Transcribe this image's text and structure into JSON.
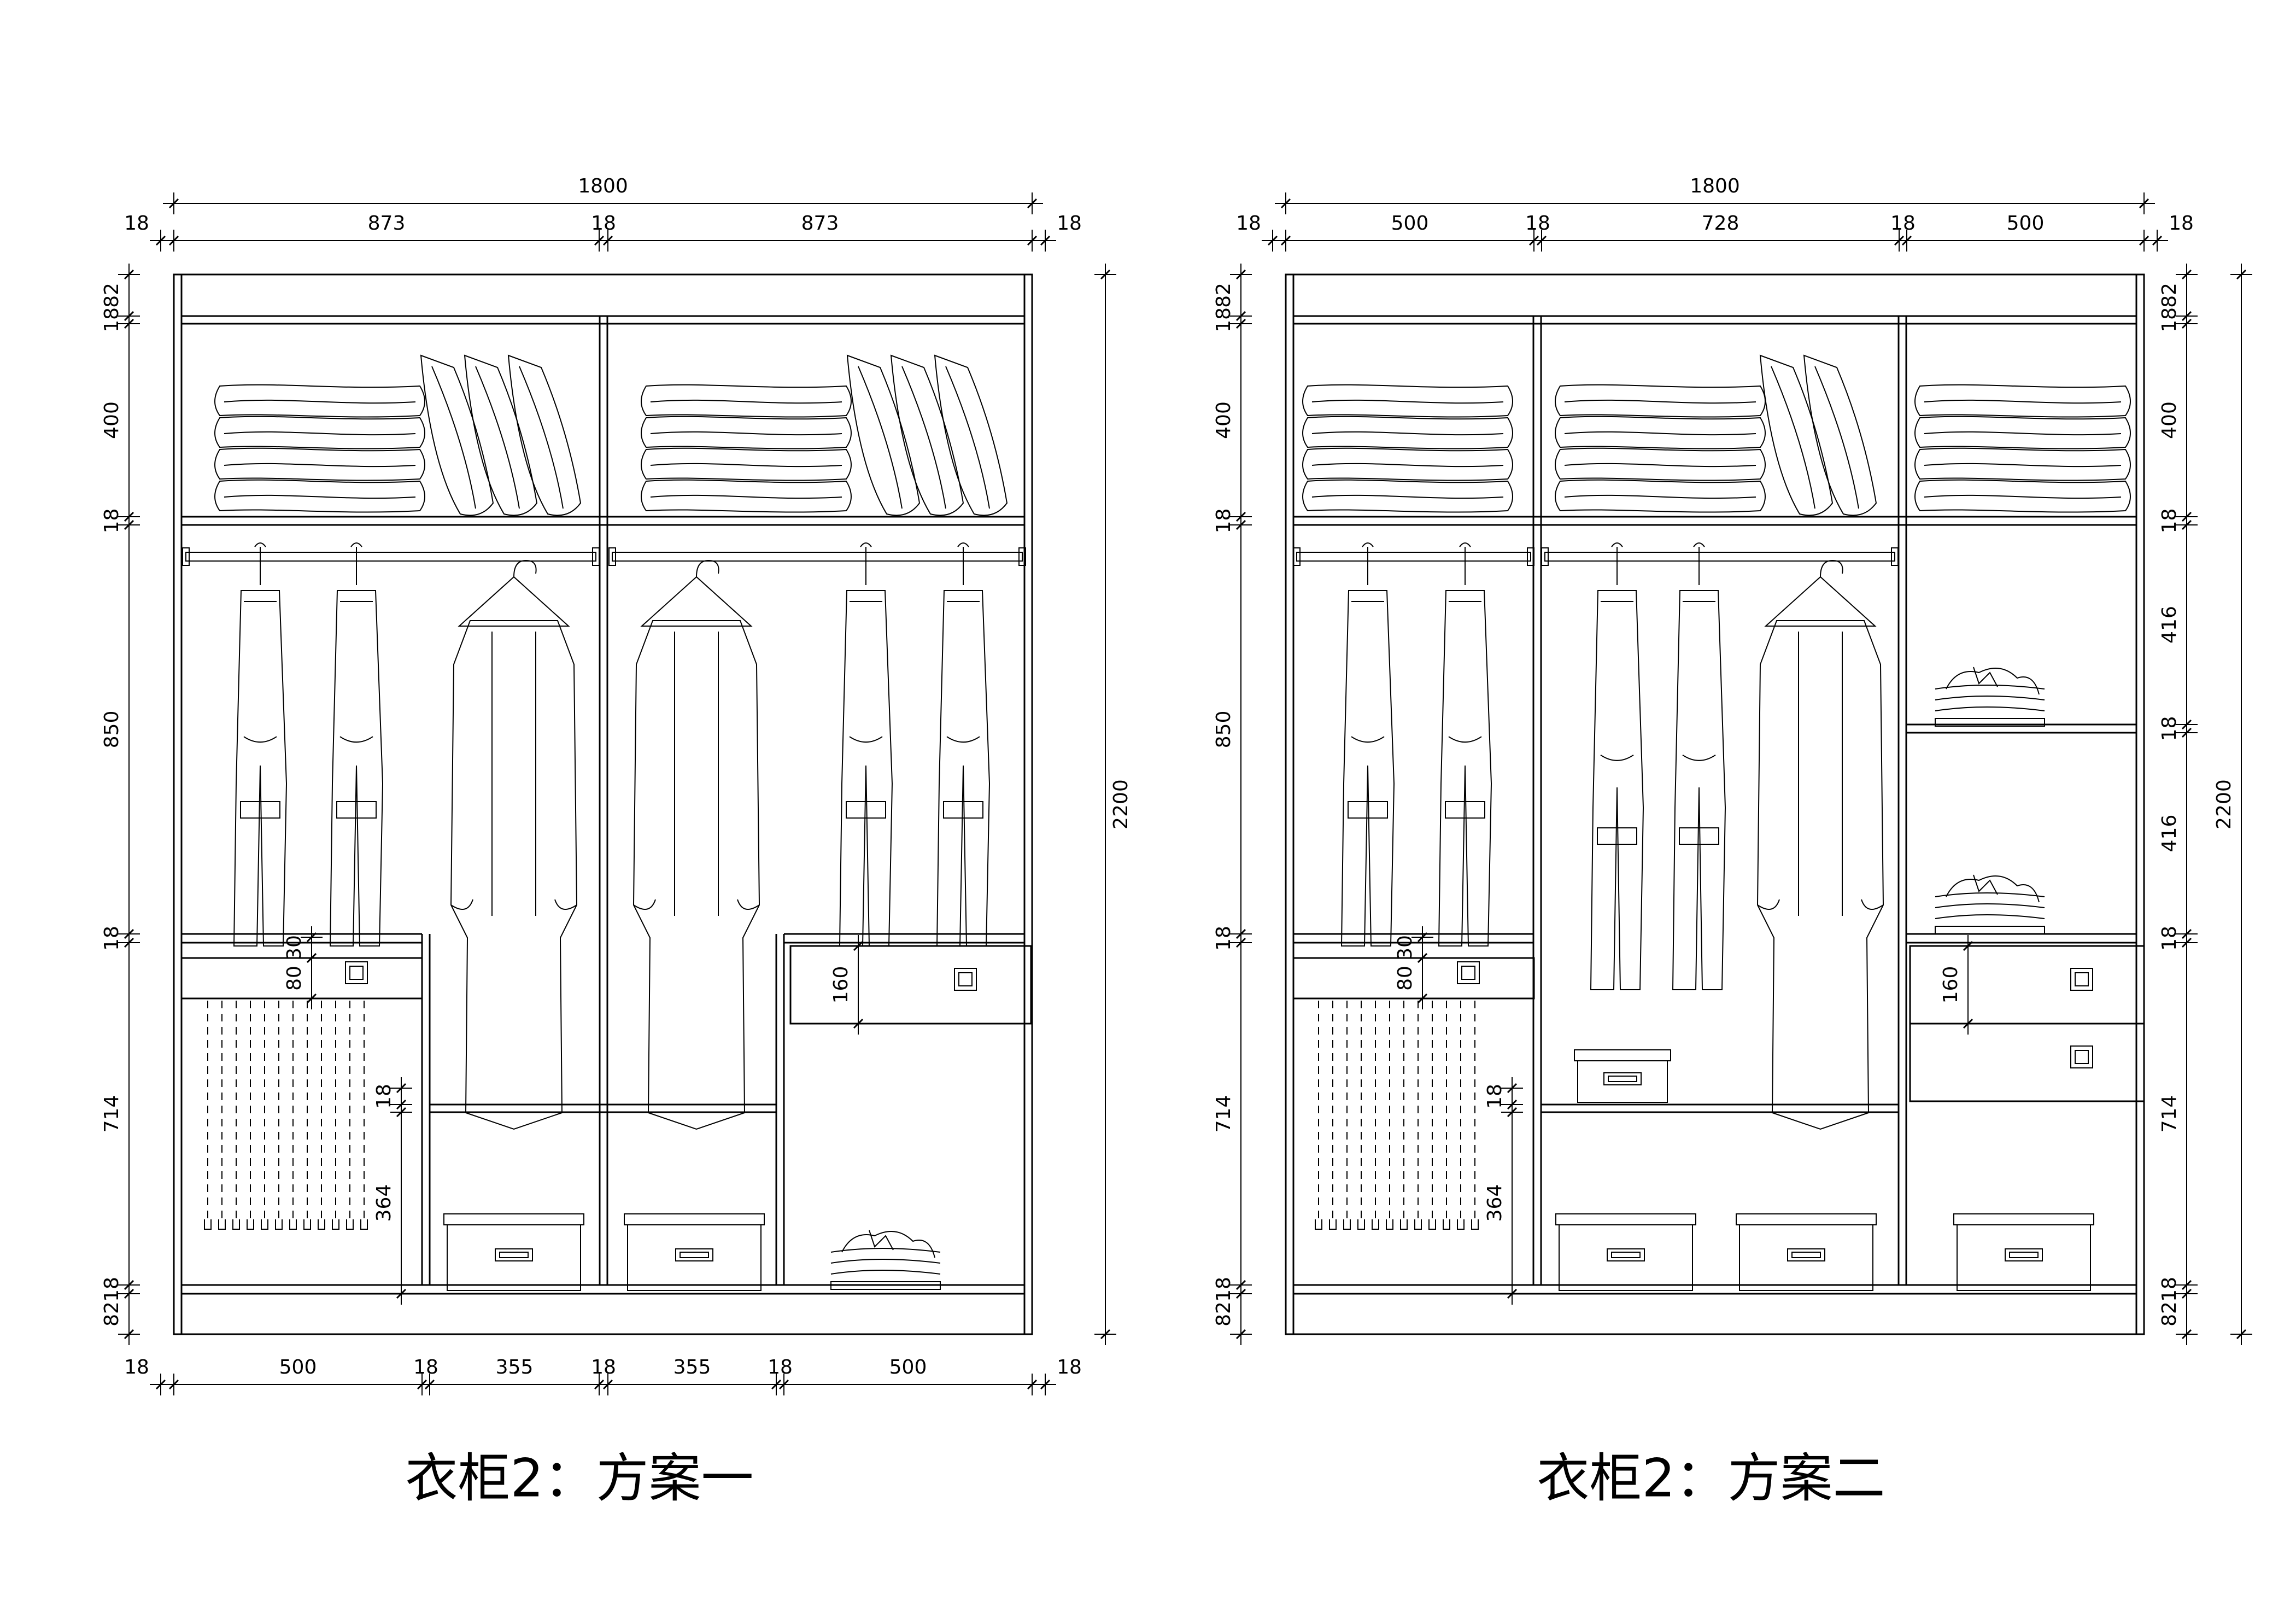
{
  "plans": [
    {
      "title": "衣柜2：方案一",
      "dims": {
        "overall_width": "1800",
        "top_segments": [
          "18",
          "873",
          "18",
          "873",
          "18"
        ],
        "bottom_segments": [
          "18",
          "500",
          "18",
          "355",
          "18",
          "355",
          "18",
          "500",
          "18"
        ],
        "left_heights": [
          "82",
          "18",
          "400",
          "18",
          "850",
          "18",
          "714",
          "18",
          "82"
        ],
        "overall_height": "2200",
        "inner": [
          "30",
          "80",
          "160",
          "18",
          "364"
        ]
      }
    },
    {
      "title": "衣柜2：方案二",
      "dims": {
        "overall_width": "1800",
        "top_segments": [
          "18",
          "500",
          "18",
          "728",
          "18",
          "500",
          "18"
        ],
        "left_heights": [
          "82",
          "18",
          "400",
          "18",
          "850",
          "18",
          "714",
          "18",
          "82"
        ],
        "right_heights": [
          "82",
          "18",
          "400",
          "18",
          "416",
          "18",
          "416",
          "18",
          "714",
          "18",
          "82"
        ],
        "overall_height": "2200",
        "inner": [
          "30",
          "80",
          "160",
          "18",
          "364"
        ]
      }
    }
  ],
  "icons": [
    "folded-blanket-icon",
    "pillow-icon",
    "hanging-trousers-icon",
    "hanging-coat-icon",
    "storage-box-icon",
    "folded-shirt-icon",
    "drawer-handle-icon",
    "hanging-rod-icon"
  ]
}
